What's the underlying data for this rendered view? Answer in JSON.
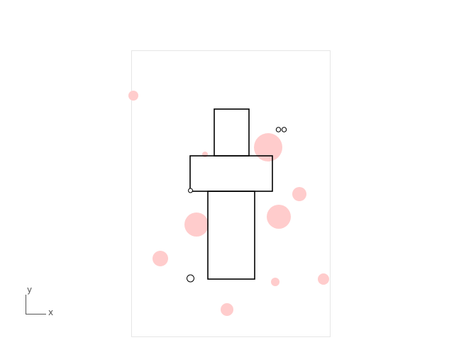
{
  "axis_indicator": {
    "x_label": "x",
    "y_label": "y",
    "color": "#555555"
  },
  "canvas": {
    "border_color": "#e6e6e6",
    "background": "#ffffff"
  },
  "colors": {
    "shape_stroke": "#000000",
    "blob_fill": "#ffcccc",
    "marker_stroke": "#000000"
  },
  "shapes": [
    {
      "name": "top-block",
      "kind": "rect"
    },
    {
      "name": "cross-bar",
      "kind": "rect"
    },
    {
      "name": "lower-column",
      "kind": "rect"
    }
  ],
  "blobs_count_label": "",
  "markers": [
    {
      "name": "marker-small-left",
      "kind": "open-circle"
    },
    {
      "name": "marker-pair-left",
      "kind": "open-circle"
    },
    {
      "name": "marker-pair-right",
      "kind": "open-circle"
    },
    {
      "name": "marker-large-bottom",
      "kind": "open-circle"
    }
  ]
}
